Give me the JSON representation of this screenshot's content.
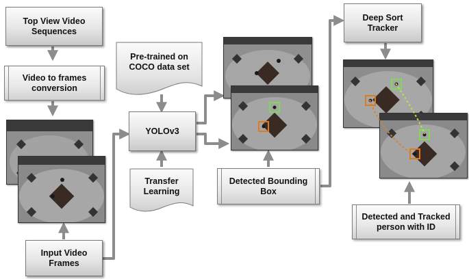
{
  "nodes": {
    "top_view": "Top View Video Sequences",
    "video_to_frames": "Video to frames conversion",
    "input_frames": "Input Video Frames",
    "pretrained": "Pre-trained on COCO data set",
    "yolo": "YOLOv3",
    "transfer": "Transfer Learning",
    "detected_bbox": "Detected Bounding Box",
    "deep_sort": "Deep Sort Tracker",
    "detected_tracked": "Detected and Tracked person with ID"
  },
  "colors": {
    "arrow": "#8c8c8c",
    "box_green": "#7ed957",
    "box_orange": "#e07a1f",
    "track_green": "#b6e34a",
    "track_orange": "#d9822b"
  }
}
